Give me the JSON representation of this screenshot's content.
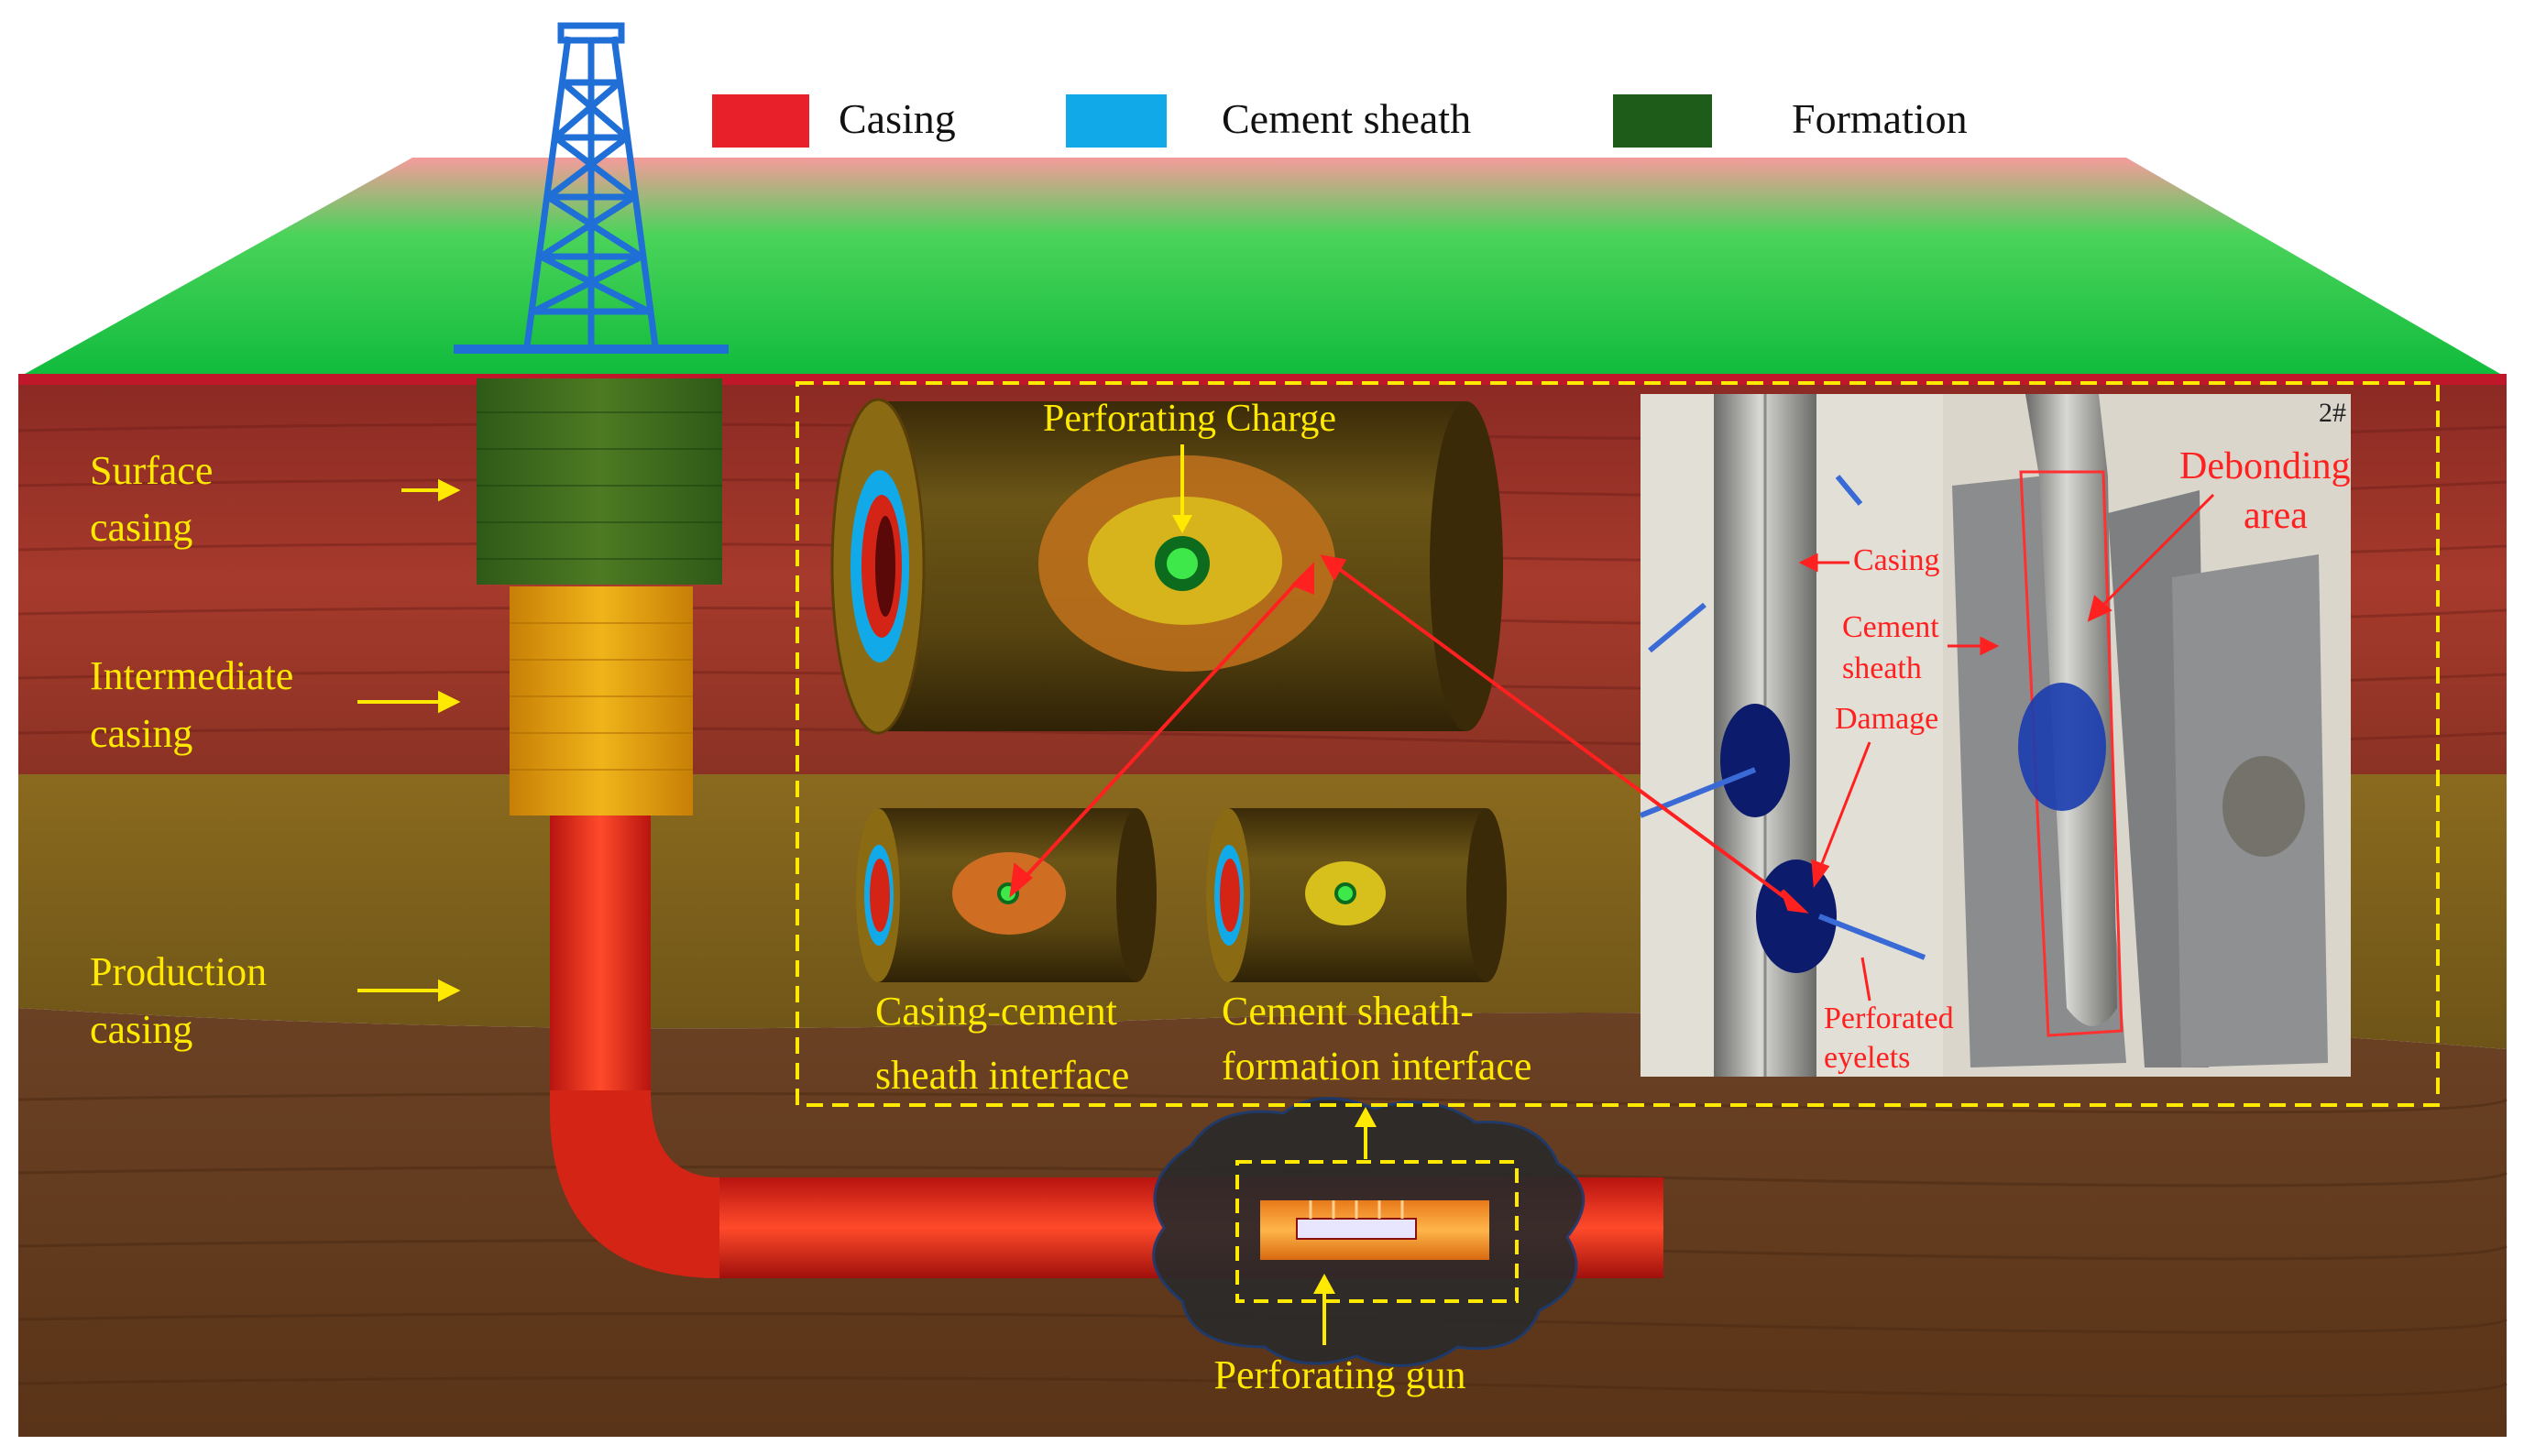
{
  "legend": [
    {
      "label": "Casing",
      "color": "#e8202a"
    },
    {
      "label": "Cement sheath",
      "color": "#12a9e8"
    },
    {
      "label": "Formation",
      "color": "#1e5c1a"
    }
  ],
  "left_labels": {
    "surface": [
      "Surface",
      "casing"
    ],
    "intermediate": [
      "Intermediate",
      "casing"
    ],
    "production": [
      "Production",
      "casing"
    ]
  },
  "cylinder_labels": {
    "charge": "Perforating Charge",
    "casing_cement": [
      "Casing-cement",
      "sheath interface"
    ],
    "sheath_formation": [
      "Cement sheath-",
      "formation  interface"
    ]
  },
  "photo_labels": {
    "sample": "2#",
    "casing": "Casing",
    "cement": [
      "Cement",
      "sheath"
    ],
    "damage": "Damage",
    "perforated": [
      "Perforated",
      "eyelets"
    ],
    "debonding": [
      "Debonding",
      "area"
    ]
  },
  "gun_label": "Perforating gun",
  "colors": {
    "label_yellow": "#ffe900",
    "annotation_red": "#ff2020",
    "casing_red": "#e8202a",
    "cement_blue": "#12a9e8",
    "formation_green": "#1e5c1a",
    "derrick_blue": "#1f6fd6"
  }
}
